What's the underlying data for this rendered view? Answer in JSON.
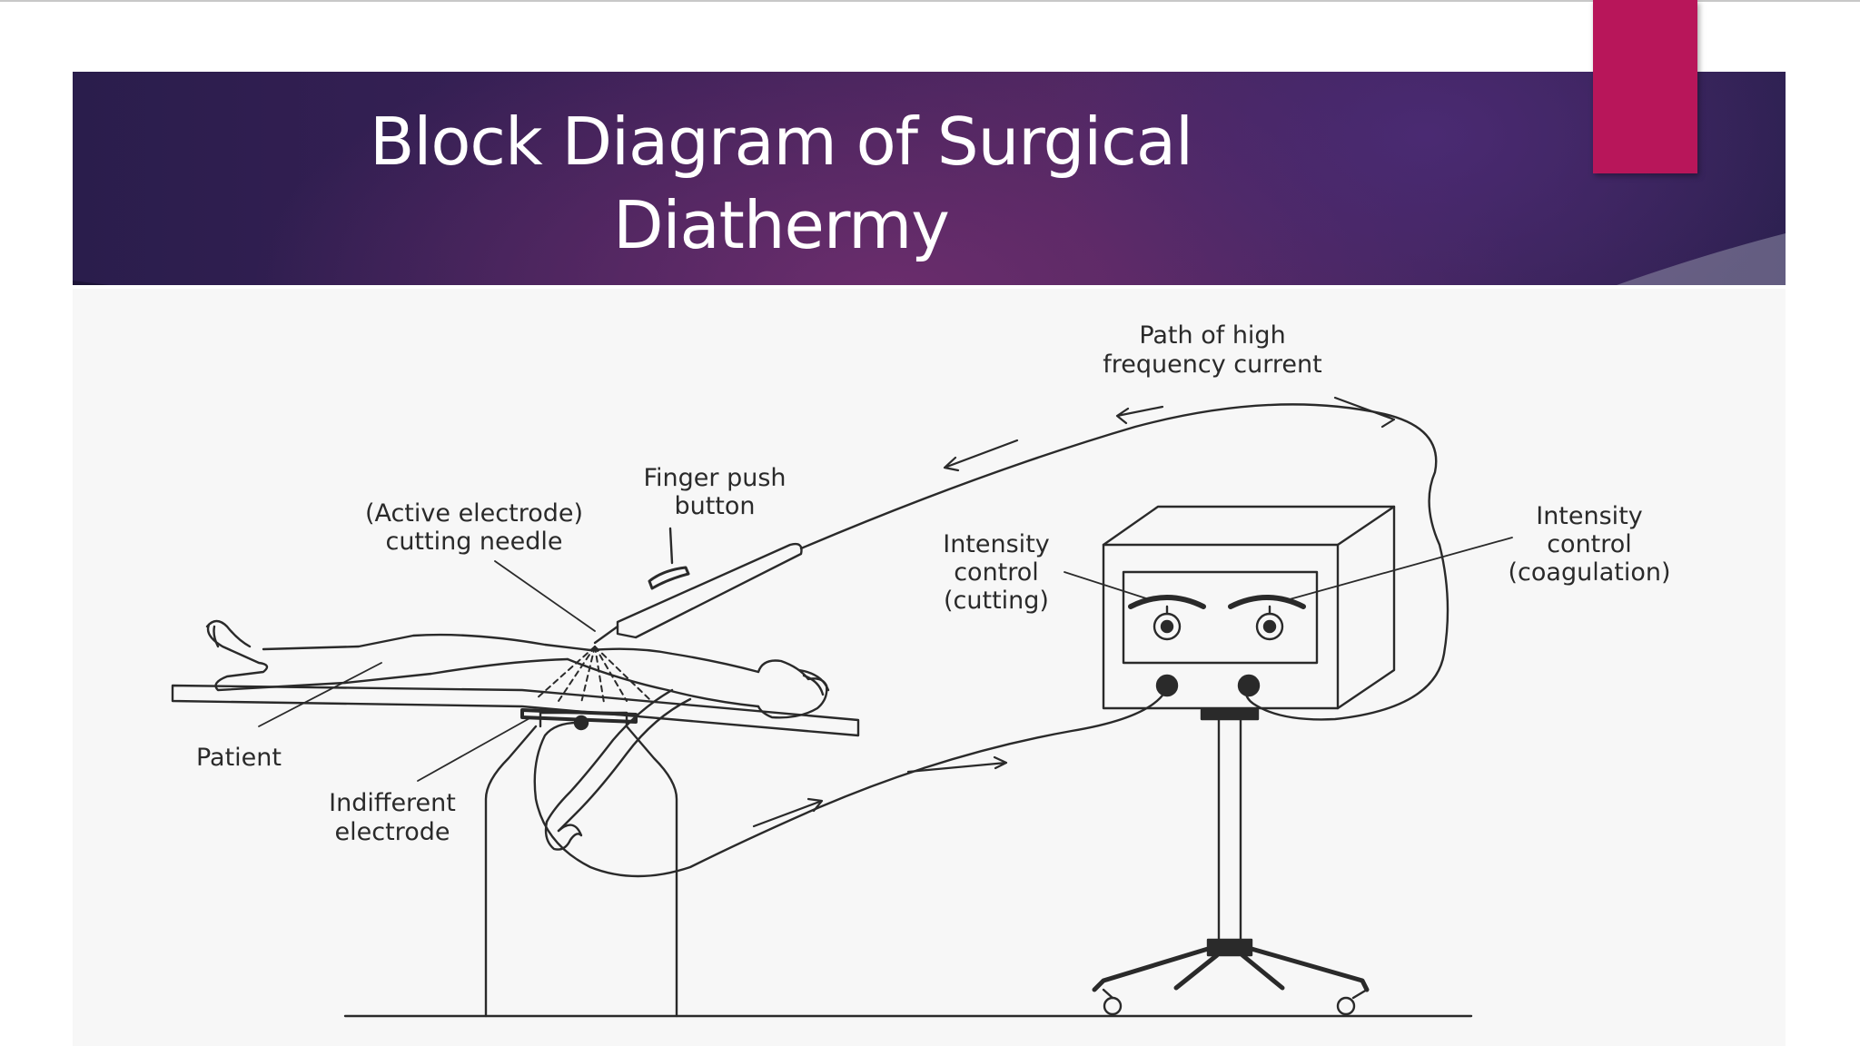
{
  "slide": {
    "title_line1": "Block Diagram of Surgical",
    "title_line2": "Diathermy",
    "colors": {
      "banner": "#3b2158",
      "accent": "#b8165a",
      "title_text": "#ffffff"
    }
  },
  "diagram": {
    "labels": {
      "path_line1": "Path of high",
      "path_line2": "frequency current",
      "finger_line1": "Finger push",
      "finger_line2": "button",
      "active_line1": "(Active electrode)",
      "active_line2": "cutting needle",
      "cutting_line1": "Intensity",
      "cutting_line2": "control",
      "cutting_line3": "(cutting)",
      "coag_line1": "Intensity",
      "coag_line2": "control",
      "coag_line3": "(coagulation)",
      "patient": "Patient",
      "indiff_line1": "Indifferent",
      "indiff_line2": "electrode"
    }
  }
}
